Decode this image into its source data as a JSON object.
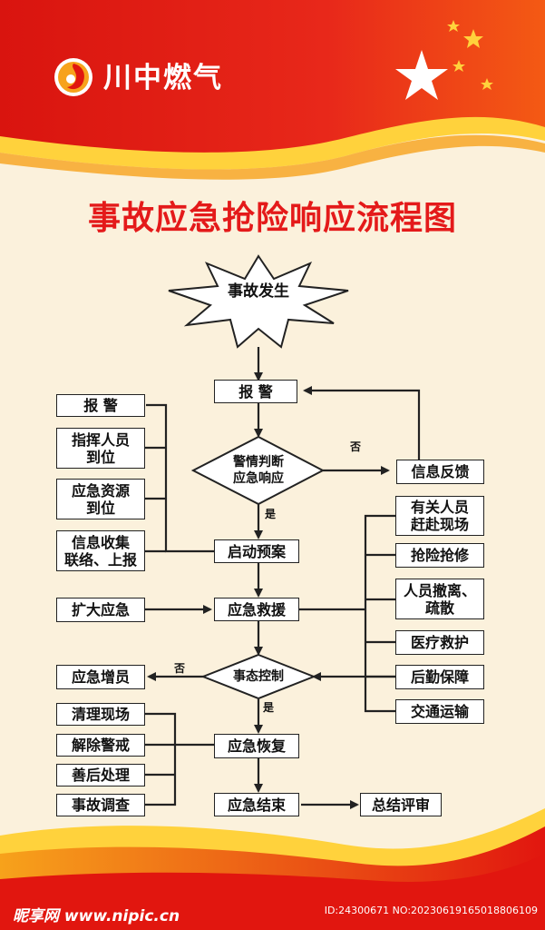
{
  "brand": {
    "name": "川中燃气"
  },
  "title": "事故应急抢险响应流程图",
  "nodes": {
    "start": "事故发生",
    "report_main": "报 警",
    "judge": "警情判断\n应急响应",
    "feedback": "信息反馈",
    "plan": "启动预案",
    "rescue": "应急救援",
    "control": "事态控制",
    "restore": "应急恢复",
    "end": "应急结束",
    "review": "总结评审"
  },
  "left_top": [
    "报 警",
    "指挥人员\n到位",
    "应急资源\n到位",
    "信息收集\n联络、上报"
  ],
  "expand": "扩大应急",
  "reinforce": "应急增员",
  "right_list": [
    "有关人员\n赶赴现场",
    "抢险抢修",
    "人员撤离、\n疏散",
    "医疗救护",
    "后勤保障",
    "交通运输"
  ],
  "left_bottom": [
    "清理现场",
    "解除警戒",
    "善后处理",
    "事故调查"
  ],
  "edge_labels": {
    "no_1": "否",
    "yes_1": "是",
    "no_2": "否",
    "yes_2": "是"
  },
  "footer": {
    "site": "昵享网 www.nipic.cn",
    "id": "ID:24300671 NO:20230619165018806109"
  },
  "colors": {
    "red": "#e41a1a",
    "orange": "#f7a21b",
    "yellow": "#ffd23c",
    "cream": "#fbf1dc"
  }
}
